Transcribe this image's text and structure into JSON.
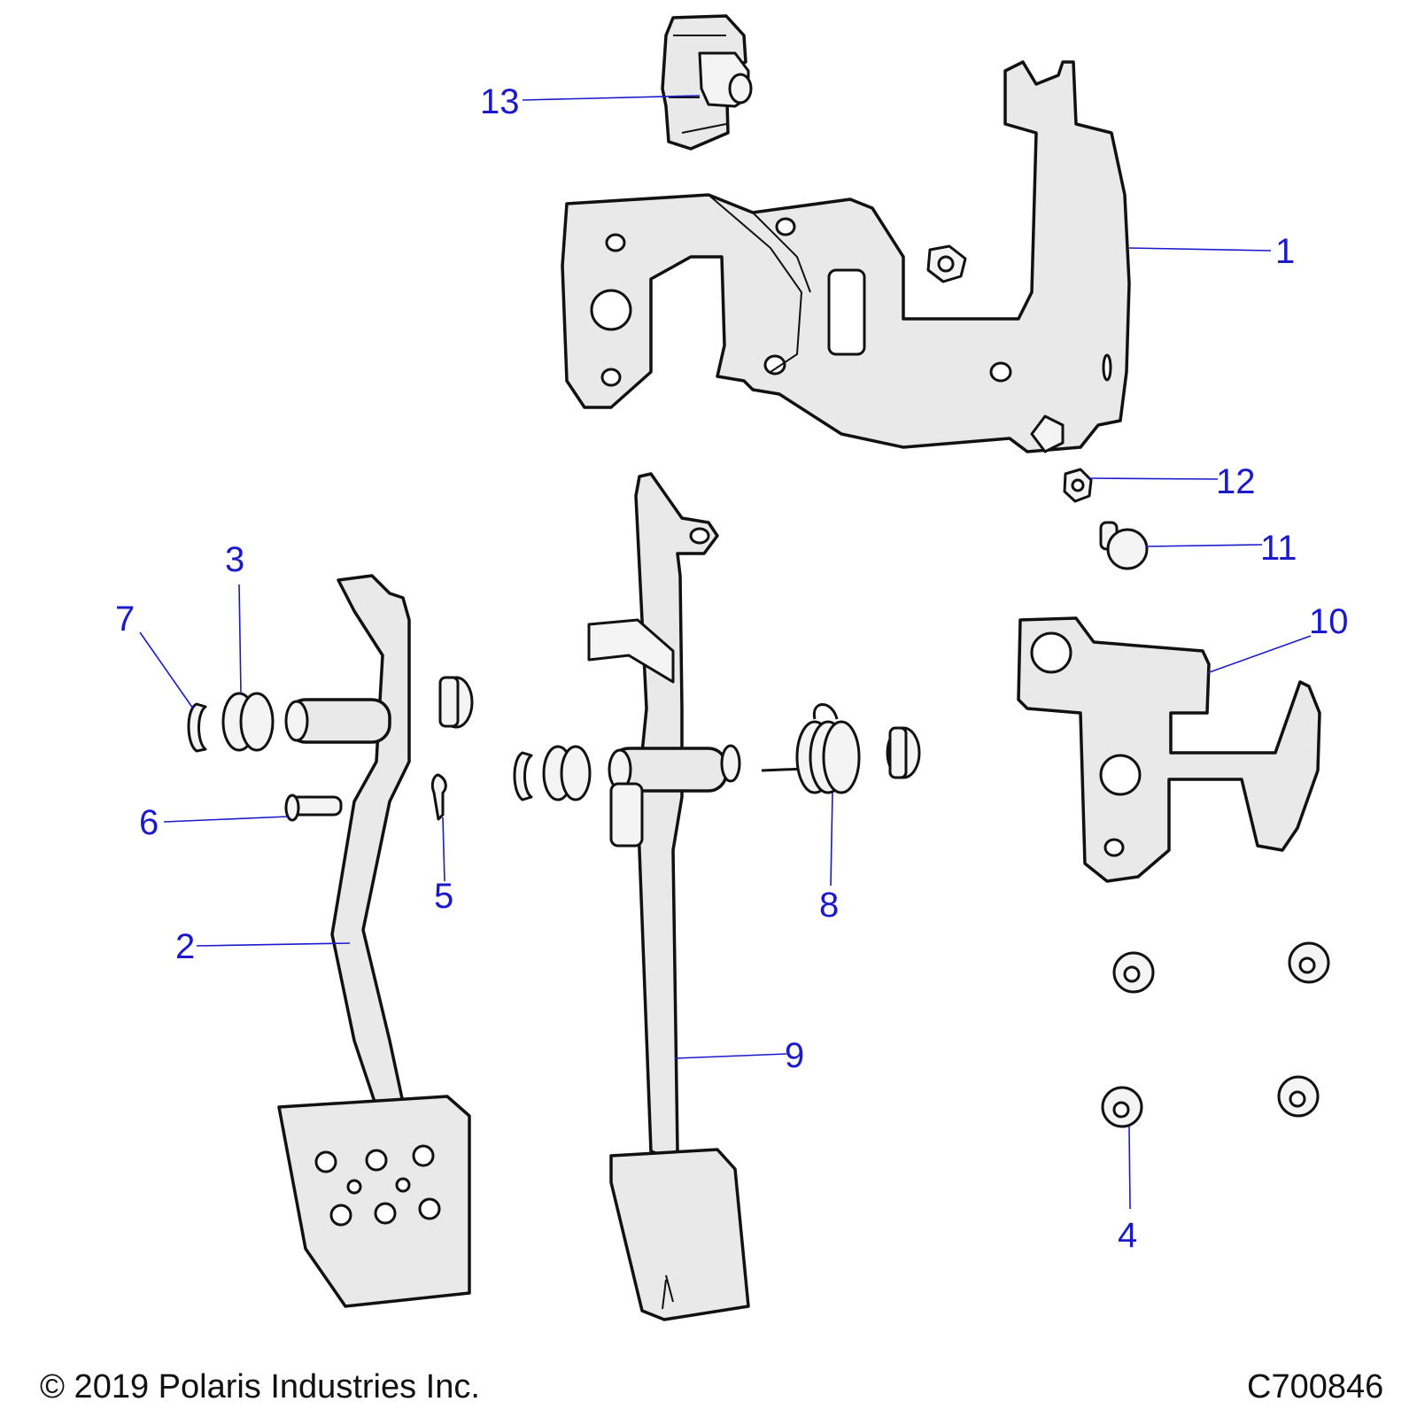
{
  "callouts": [
    {
      "id": "1",
      "label": "1"
    },
    {
      "id": "2",
      "label": "2"
    },
    {
      "id": "3",
      "label": "3"
    },
    {
      "id": "4",
      "label": "4"
    },
    {
      "id": "5",
      "label": "5"
    },
    {
      "id": "6",
      "label": "6"
    },
    {
      "id": "7",
      "label": "7"
    },
    {
      "id": "8",
      "label": "8"
    },
    {
      "id": "9",
      "label": "9"
    },
    {
      "id": "10",
      "label": "10"
    },
    {
      "id": "11",
      "label": "11"
    },
    {
      "id": "12",
      "label": "12"
    },
    {
      "id": "13",
      "label": "13"
    }
  ],
  "footer": {
    "copyright": "© 2019 Polaris Industries Inc.",
    "drawing_number": "C700846"
  },
  "colors": {
    "callout": "#1a1acc",
    "part_fill": "#e9e9e9",
    "outline": "#111111"
  }
}
